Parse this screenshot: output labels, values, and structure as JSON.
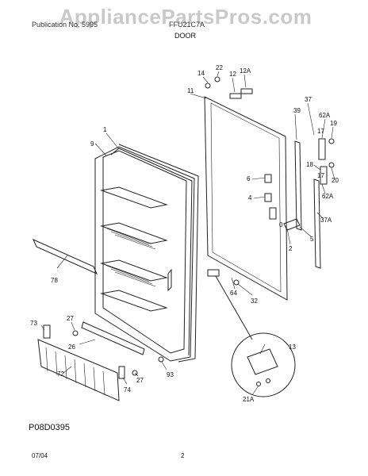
{
  "header": {
    "watermark": "AppliancePartsPros.com",
    "publication": "Publication No. 5995",
    "model": "FFU21C7A",
    "section": "DOOR"
  },
  "diagram": {
    "code": "P08D0395",
    "parts": [
      "1",
      "9",
      "78",
      "73",
      "27",
      "26",
      "72",
      "27",
      "74",
      "93",
      "11",
      "14",
      "22",
      "12",
      "12A",
      "39",
      "37",
      "62A",
      "19",
      "17",
      "18",
      "20",
      "17",
      "62A",
      "6",
      "4",
      "37A",
      "5",
      "0",
      "2",
      "64",
      "32",
      "13",
      "21A"
    ]
  },
  "footer": {
    "date": "07/04",
    "page": "2"
  }
}
